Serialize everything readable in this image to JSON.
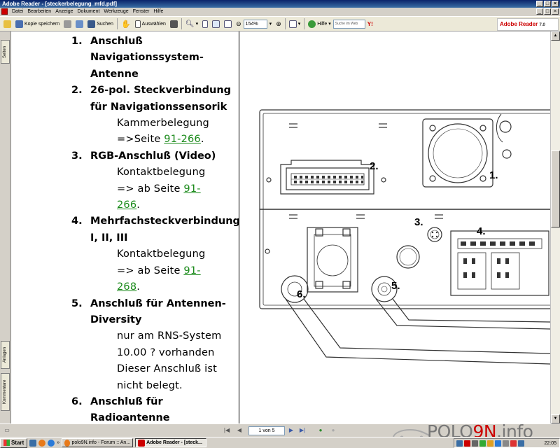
{
  "window": {
    "title": "Adobe Reader - [steckerbelegung_mfd.pdf]"
  },
  "menubar": {
    "items": [
      "Datei",
      "Bearbeiten",
      "Anzeige",
      "Dokument",
      "Werkzeuge",
      "Fenster",
      "Hilfe"
    ]
  },
  "toolbar": {
    "save_copy": "Kopie speichern",
    "search": "Suchen",
    "select": "Auswählen",
    "zoom_value": "154%",
    "help": "Hilfe",
    "search_web_placeholder": "Suche im Web",
    "brand": "Adobe Reader",
    "brand_version": "7.0"
  },
  "side_tabs": {
    "pages": "Seiten",
    "attachments": "Anlagen",
    "comments": "Kommentare"
  },
  "document": {
    "items": [
      {
        "num": "1.",
        "lines": [
          "Anschluß",
          "Navigationssystem-",
          "Antenne"
        ]
      },
      {
        "num": "2.",
        "lines": [
          "26-pol. Steckverbindung",
          "für Navigationssensorik"
        ],
        "sub": [
          "Kammerbelegung",
          "=>Seite "
        ],
        "link": "91-266",
        "after": "."
      },
      {
        "num": "3.",
        "lines": [
          "RGB-Anschluß (Video)"
        ],
        "sub": [
          "Kontaktbelegung",
          "=> ab Seite "
        ],
        "link_a": "91-",
        "link_b": "266",
        "after": "."
      },
      {
        "num": "4.",
        "lines": [
          "Mehrfachsteckverbindung",
          "I, II, III"
        ],
        "sub": [
          "Kontaktbelegung",
          "=> ab Seite "
        ],
        "link_a": "91-",
        "link_b": "268",
        "after": "."
      },
      {
        "num": "5.",
        "lines": [
          "Anschluß für Antennen-",
          "Diversity"
        ],
        "sub": [
          "nur am RNS-System",
          "10.00 ? vorhanden",
          "Dieser Anschluß ist",
          "nicht belegt."
        ]
      },
      {
        "num": "6.",
        "lines": [
          "Anschluß für",
          "Radioantenne"
        ]
      }
    ],
    "diagram_labels": [
      "1.",
      "2.",
      "3.",
      "4.",
      "5.",
      "6."
    ]
  },
  "statusbar": {
    "page_indicator": "1 von 5"
  },
  "logo": {
    "text_a": "POLO",
    "text_b": "9N",
    "text_c": ".info"
  },
  "taskbar": {
    "start": "Start",
    "overflow": "»",
    "tasks": [
      "polo9N.info - Forum :: An...",
      "Adobe Reader - [steck..."
    ],
    "clock": "22:05"
  },
  "colors": {
    "link": "#1a8a1a",
    "titlebar": "#0a246a",
    "brand": "#cc0000"
  }
}
